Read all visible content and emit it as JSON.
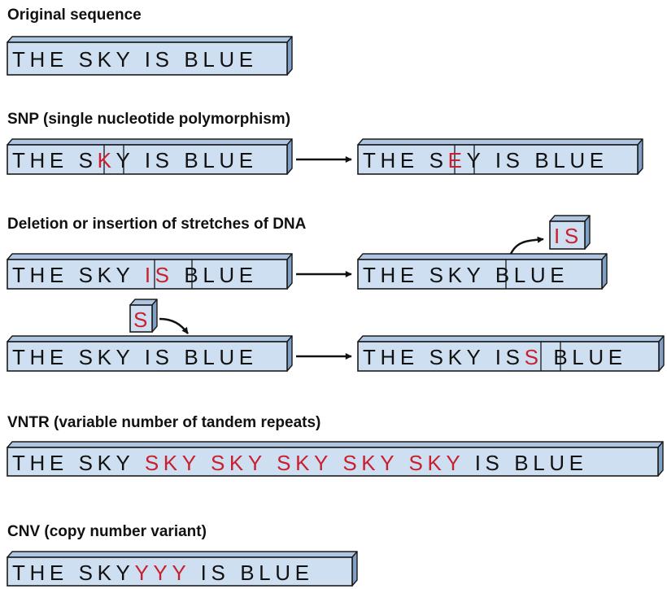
{
  "colors": {
    "box_face": "#cfdff2",
    "box_side": "#7f9fc5",
    "box_top": "#aec6e2",
    "outline": "#1a1a1a",
    "text": "#111111",
    "highlight": "#c8202e"
  },
  "headings": {
    "original": "Original sequence",
    "snp": "SNP (single nucleotide polymorphism)",
    "indel": "Deletion or insertion of stretches of DNA",
    "vntr": "VNTR (variable number of tandem repeats)",
    "cnv": "CNV (copy number variant)"
  },
  "sequences": {
    "original": "THE SKY IS BLUE",
    "snp_before": {
      "a": "THE S",
      "b": "K",
      "c": "Y IS BLUE"
    },
    "snp_after": {
      "a": "THE S",
      "b": "E",
      "c": "Y IS BLUE"
    },
    "deletion_before": {
      "a": "THE SKY ",
      "b": "IS",
      "c": " BLUE"
    },
    "deletion_after": {
      "a": "THE SKY ",
      "c": " BLUE"
    },
    "deletion_fragment": "IS",
    "insertion_fragment": "S",
    "insertion_before": "THE SKY IS BLUE",
    "insertion_after": {
      "a": "THE SKY IS",
      "b": "S",
      "c": " BLUE"
    },
    "vntr": {
      "a": "THE SKY ",
      "b": "SKY SKY SKY SKY SKY",
      "c": " IS BLUE"
    },
    "cnv": {
      "a": "THE SKY",
      "b": "YYY",
      "c": " IS BLUE"
    }
  }
}
